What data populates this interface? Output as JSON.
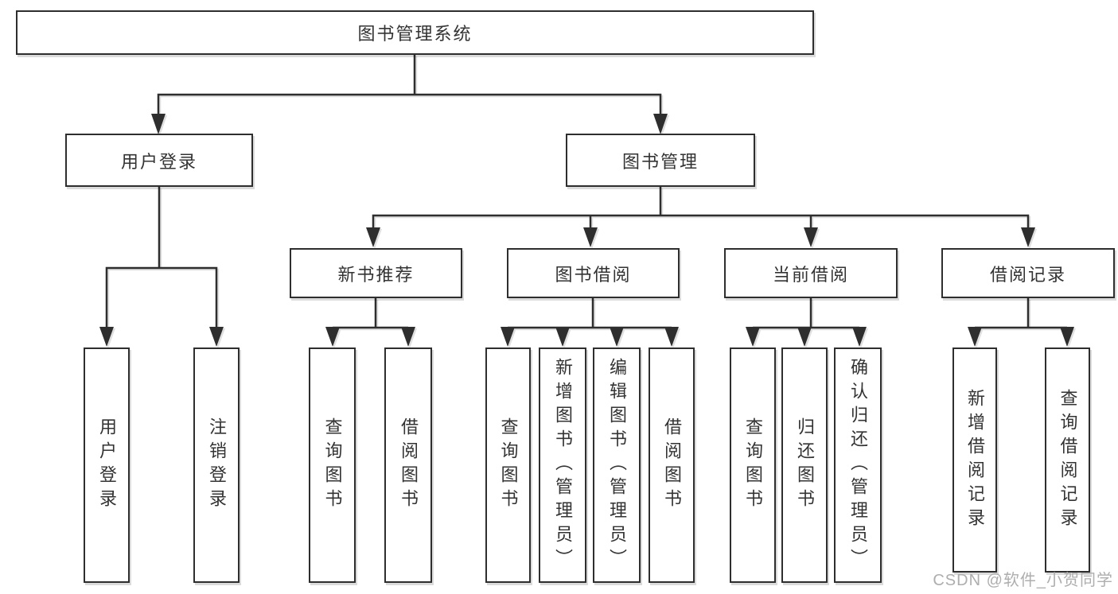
{
  "root": {
    "label": "图书管理系统"
  },
  "level2": [
    {
      "label": "用户登录"
    },
    {
      "label": "图书管理"
    }
  ],
  "level3": [
    {
      "label": "新书推荐",
      "parent": "图书管理"
    },
    {
      "label": "图书借阅",
      "parent": "图书管理"
    },
    {
      "label": "当前借阅",
      "parent": "图书管理"
    },
    {
      "label": "借阅记录",
      "parent": "图书管理"
    }
  ],
  "leaves": [
    {
      "label": "用户登录",
      "parent": "用户登录"
    },
    {
      "label": "注销登录",
      "parent": "用户登录"
    },
    {
      "label": "查询图书",
      "parent": "新书推荐"
    },
    {
      "label": "借阅图书",
      "parent": "新书推荐"
    },
    {
      "label": "查询图书",
      "parent": "图书借阅"
    },
    {
      "label": "新增图书（管理员）",
      "parent": "图书借阅"
    },
    {
      "label": "编辑图书（管理员）",
      "parent": "图书借阅"
    },
    {
      "label": "借阅图书",
      "parent": "图书借阅"
    },
    {
      "label": "查询图书",
      "parent": "当前借阅"
    },
    {
      "label": "归还图书",
      "parent": "当前借阅"
    },
    {
      "label": "确认归还（管理员）",
      "parent": "当前借阅"
    },
    {
      "label": "新增借阅记录",
      "parent": "借阅记录"
    },
    {
      "label": "查询借阅记录",
      "parent": "借阅记录"
    }
  ],
  "watermark": "CSDN @软件_小贺同学",
  "colors": {
    "line": "#2e2e2e",
    "text": "#333333",
    "background": "#ffffff",
    "watermark": "#aeaeae"
  }
}
